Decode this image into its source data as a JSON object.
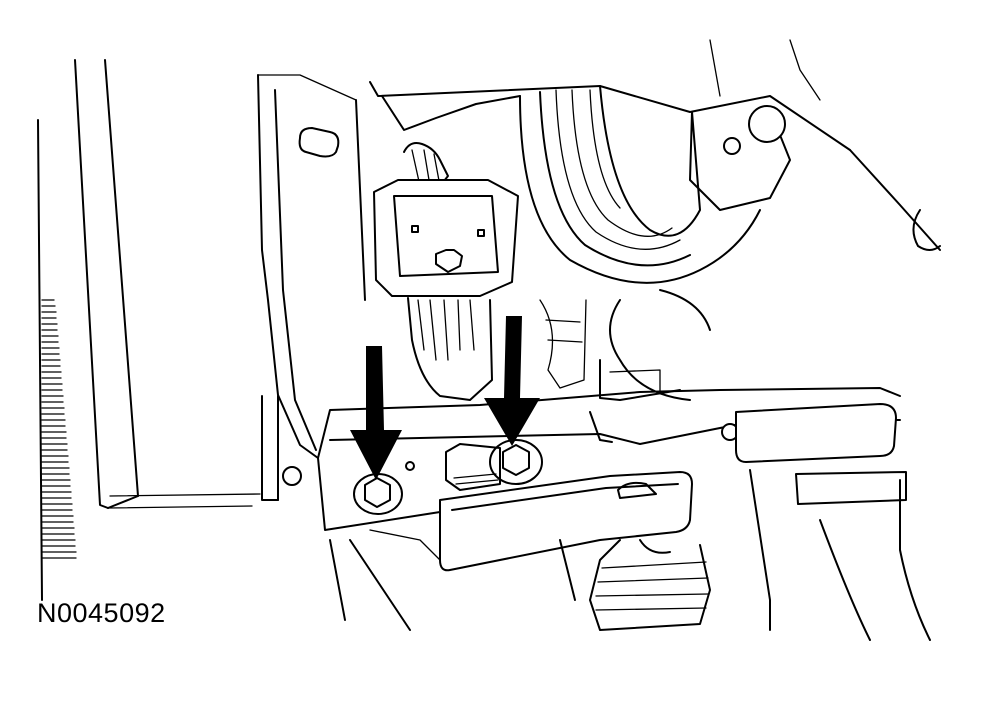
{
  "figure": {
    "id_label": "N0045092"
  },
  "callouts": [
    {
      "icon": "down-arrow-icon",
      "points_to": "left-bolt"
    },
    {
      "icon": "down-arrow-icon",
      "points_to": "right-bolt"
    }
  ],
  "colors": {
    "line": "#000000",
    "background": "#ffffff"
  }
}
